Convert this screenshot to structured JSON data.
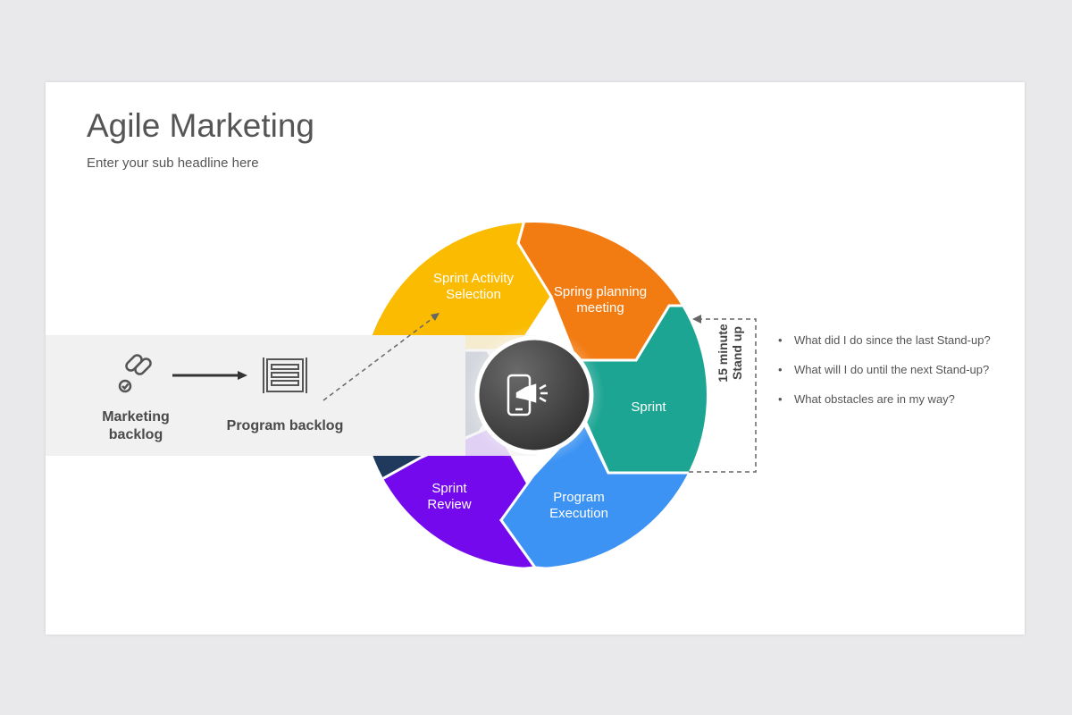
{
  "header": {
    "title": "Agile Marketing",
    "subtitle": "Enter your sub headline here"
  },
  "flow": {
    "marketing_backlog": "Marketing\nbacklog",
    "program_backlog": "Program  backlog"
  },
  "cycle": {
    "segments": [
      {
        "label": "Sprint Activity\nSelection",
        "color": "#fbbb00"
      },
      {
        "label": "Spring planning\nmeeting",
        "color": "#f27b12"
      },
      {
        "label": "Sprint",
        "color": "#1da593"
      },
      {
        "label": "Program\nExecution",
        "color": "#3c93f3"
      },
      {
        "label": "Sprint\nReview",
        "color": "#7409ee"
      },
      {
        "label": "",
        "color": "#203a5d"
      }
    ],
    "center_icon": "mobile-megaphone-icon"
  },
  "standup": {
    "label": "15 minute\nStand up",
    "questions": [
      "What did I do since the last Stand-up?",
      "What will I do until the next Stand-up?",
      "What obstacles are in my way?"
    ]
  },
  "icons": {
    "chain": "chain-link-icon",
    "server": "server-rack-icon"
  }
}
